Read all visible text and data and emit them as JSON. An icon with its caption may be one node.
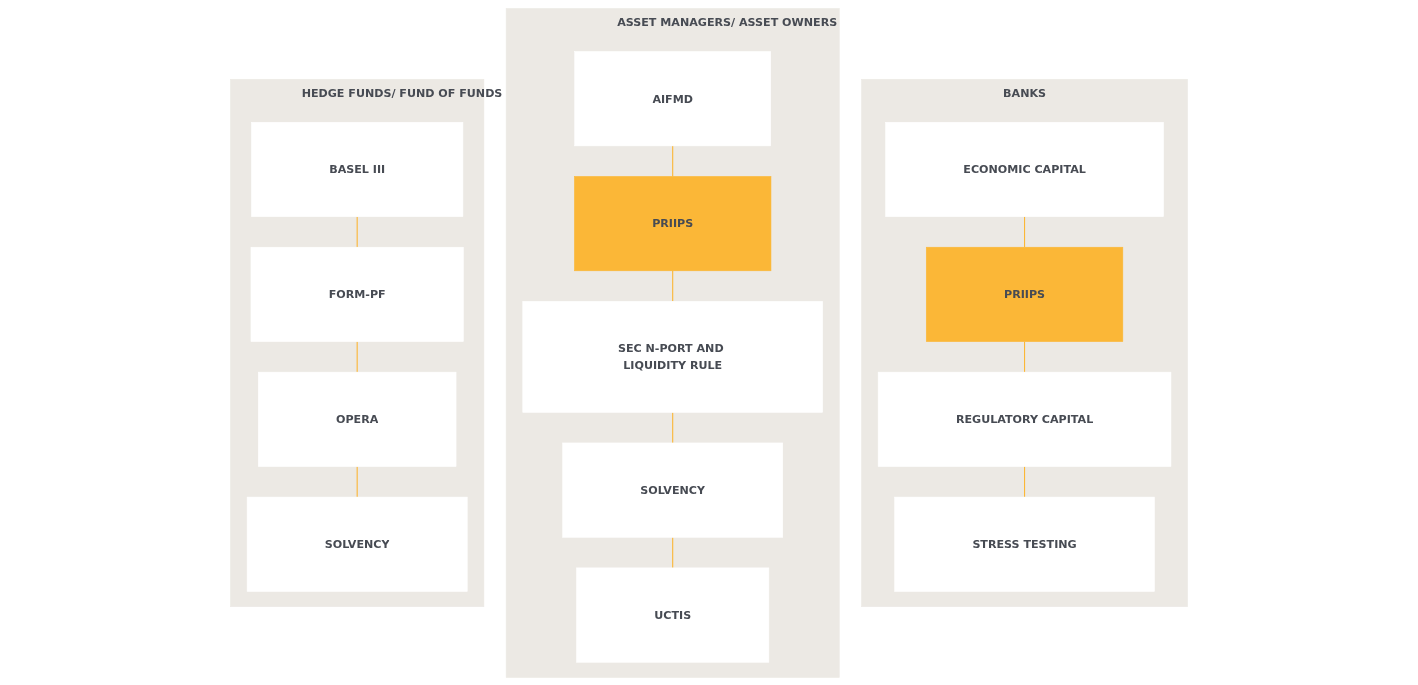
{
  "diagram": {
    "nodes": [
      {
        "text": [
          "HEDGE FUNDS/ FUND OF FUNDS"
        ]
      },
      {
        "text": [
          "BASEL III"
        ],
        "in": 0
      },
      {
        "text": [
          "FORM-PF"
        ],
        "in": 0
      },
      {
        "text": [
          "OPERA"
        ],
        "in": 0
      },
      {
        "text": [
          "SOLVENCY"
        ],
        "in": 0
      },
      {
        "text": [
          "ASSET MANAGERS/ ASSET OWNERS"
        ]
      },
      {
        "text": [
          "AIFMD"
        ],
        "in": 5
      },
      {
        "text": [
          "PRIIPS"
        ],
        "in": 5
      },
      {
        "text": [
          "SEC N-PORT AND LIQUIDITY RULE"
        ],
        "in": 5
      },
      {
        "text": [
          "SOLVENCY"
        ],
        "in": 5
      },
      {
        "text": [
          "UCTIS"
        ],
        "in": 5
      },
      {
        "text": [
          "BANKS"
        ]
      },
      {
        "text": [
          "ECONOMIC CAPITAL"
        ],
        "in": 11
      },
      {
        "text": [
          "PRIIPS"
        ],
        "in": 11
      },
      {
        "text": [
          "REGULATORY CAPITAL"
        ],
        "in": 11
      },
      {
        "text": [
          "STRESS TESTING"
        ],
        "in": 11
      }
    ],
    "edges": [
      {
        "from": 1,
        "to": 2,
        "arrow": "none"
      },
      {
        "from": 2,
        "to": 3,
        "arrow": "none"
      },
      {
        "from": 3,
        "to": 4,
        "arrow": "none"
      },
      {
        "from": 6,
        "to": 7,
        "arrow": "none"
      },
      {
        "from": 7,
        "to": 8,
        "arrow": "none"
      },
      {
        "from": 8,
        "to": 9,
        "arrow": "none"
      },
      {
        "from": 9,
        "to": 10,
        "arrow": "none"
      },
      {
        "from": 12,
        "to": 13,
        "arrow": "none"
      },
      {
        "from": 13,
        "to": 14,
        "arrow": "none"
      },
      {
        "from": 14,
        "to": 15,
        "arrow": "none"
      }
    ]
  }
}
